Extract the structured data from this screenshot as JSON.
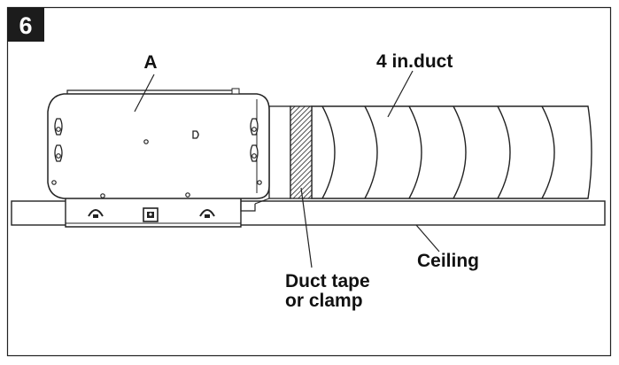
{
  "step": {
    "number": "6"
  },
  "labels": {
    "part": "A",
    "duct": "4 in.duct",
    "ceiling": "Ceiling",
    "tape_line1": "Duct tape",
    "tape_line2": "or clamp"
  },
  "colors": {
    "badge": "#1c1c1c",
    "line": "#222222",
    "background": "#ffffff"
  }
}
